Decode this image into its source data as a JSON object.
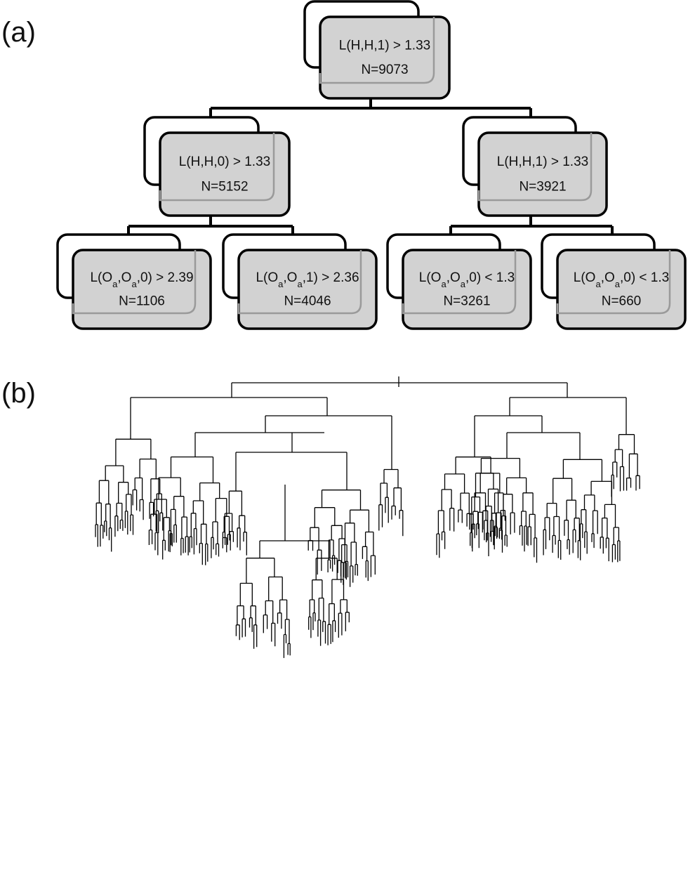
{
  "panels": {
    "a": "(a)",
    "b": "(b)"
  },
  "tree_nodes": [
    {
      "id": "root",
      "parts": [
        "L(H,H,1) > 1.33"
      ],
      "n": "N=9073"
    },
    {
      "id": "left",
      "parts": [
        "L(H,H,0) > 1.33"
      ],
      "n": "N=5152"
    },
    {
      "id": "right",
      "parts": [
        "L(H,H,1) > 1.33"
      ],
      "n": "N=3921"
    },
    {
      "id": "ll",
      "parts": [
        "L(O",
        "a",
        ",O",
        "a",
        ",0) > 2.39"
      ],
      "n": "N=1106"
    },
    {
      "id": "lr",
      "parts": [
        "L(O",
        "a",
        ",O",
        "a",
        ",1) > 2.36"
      ],
      "n": "N=4046"
    },
    {
      "id": "rl",
      "parts": [
        "L(O",
        "a",
        ",O",
        "a",
        ",0) < 1.3"
      ],
      "n": "N=3261"
    },
    {
      "id": "rr",
      "parts": [
        "L(O",
        "a",
        ",O",
        "a",
        ",0) < 1.3"
      ],
      "n": "N=660"
    }
  ]
}
